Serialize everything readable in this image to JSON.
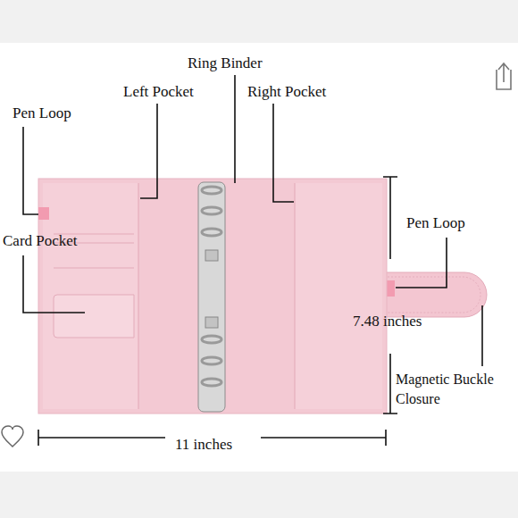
{
  "diagram": {
    "labels": [
      "Ring Binder",
      "Left Pocket",
      "Right Pocket",
      "Pen Loop",
      "Card Pocket",
      "Pen Loop",
      "7.48 inches",
      "Magnetic Buckle Closure",
      "11 inches"
    ]
  }
}
